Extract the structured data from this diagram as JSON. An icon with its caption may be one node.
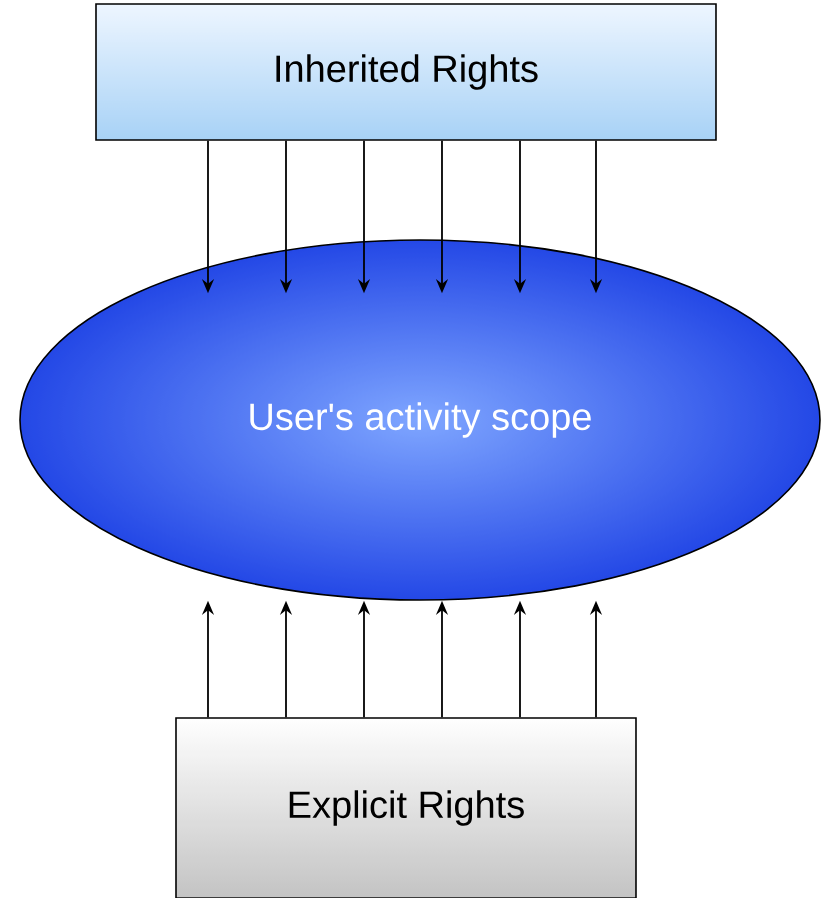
{
  "diagram": {
    "nodes": [
      {
        "text": [
          "Inherited Rights"
        ]
      },
      {
        "text": [
          "User's activity scope"
        ]
      },
      {
        "text": [
          "Explicit Rights"
        ]
      }
    ],
    "edges": [
      {
        "from": 0,
        "to": 1,
        "arrow": "to"
      },
      {
        "from": 0,
        "to": 1,
        "arrow": "to"
      },
      {
        "from": 0,
        "to": 1,
        "arrow": "to"
      },
      {
        "from": 0,
        "to": 1,
        "arrow": "to"
      },
      {
        "from": 0,
        "to": 1,
        "arrow": "to"
      },
      {
        "from": 0,
        "to": 1,
        "arrow": "to"
      },
      {
        "from": 2,
        "to": 1,
        "arrow": "to"
      },
      {
        "from": 2,
        "to": 1,
        "arrow": "to"
      },
      {
        "from": 2,
        "to": 1,
        "arrow": "to"
      },
      {
        "from": 2,
        "to": 1,
        "arrow": "to"
      },
      {
        "from": 2,
        "to": 1,
        "arrow": "to"
      },
      {
        "from": 2,
        "to": 1,
        "arrow": "to"
      }
    ]
  }
}
